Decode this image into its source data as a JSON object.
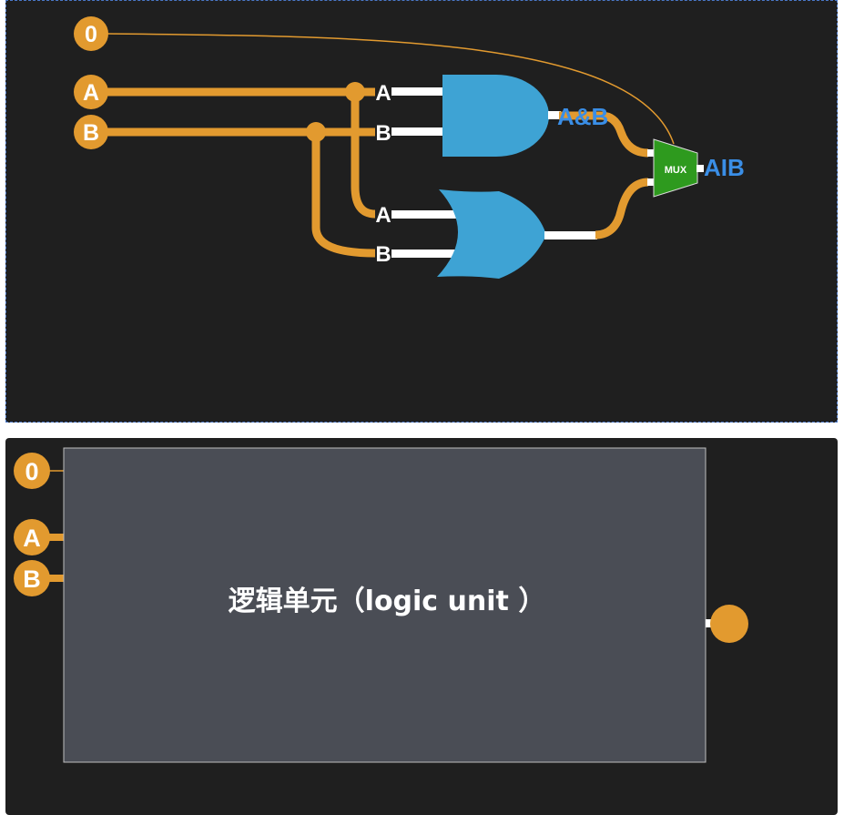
{
  "top_circuit": {
    "inputs": {
      "zero": "0",
      "a": "A",
      "b": "B"
    },
    "and_gate": {
      "in_a": "A",
      "in_b": "B",
      "output": "A&B"
    },
    "or_gate": {
      "in_a": "A",
      "in_b": "B"
    },
    "mux": {
      "label": "MUX",
      "output": "AIB"
    }
  },
  "logic_unit": {
    "inputs": {
      "zero": "0",
      "a": "A",
      "b": "B"
    },
    "title": "逻辑单元（logic unit ）"
  },
  "colors": {
    "panel": "#1f1f1f",
    "wire": "#e29a2f",
    "gate": "#3ea3d4",
    "mux": "#2e9a1e",
    "label_blue": "#3a8ee6",
    "unit_box": "#4a4d55"
  }
}
